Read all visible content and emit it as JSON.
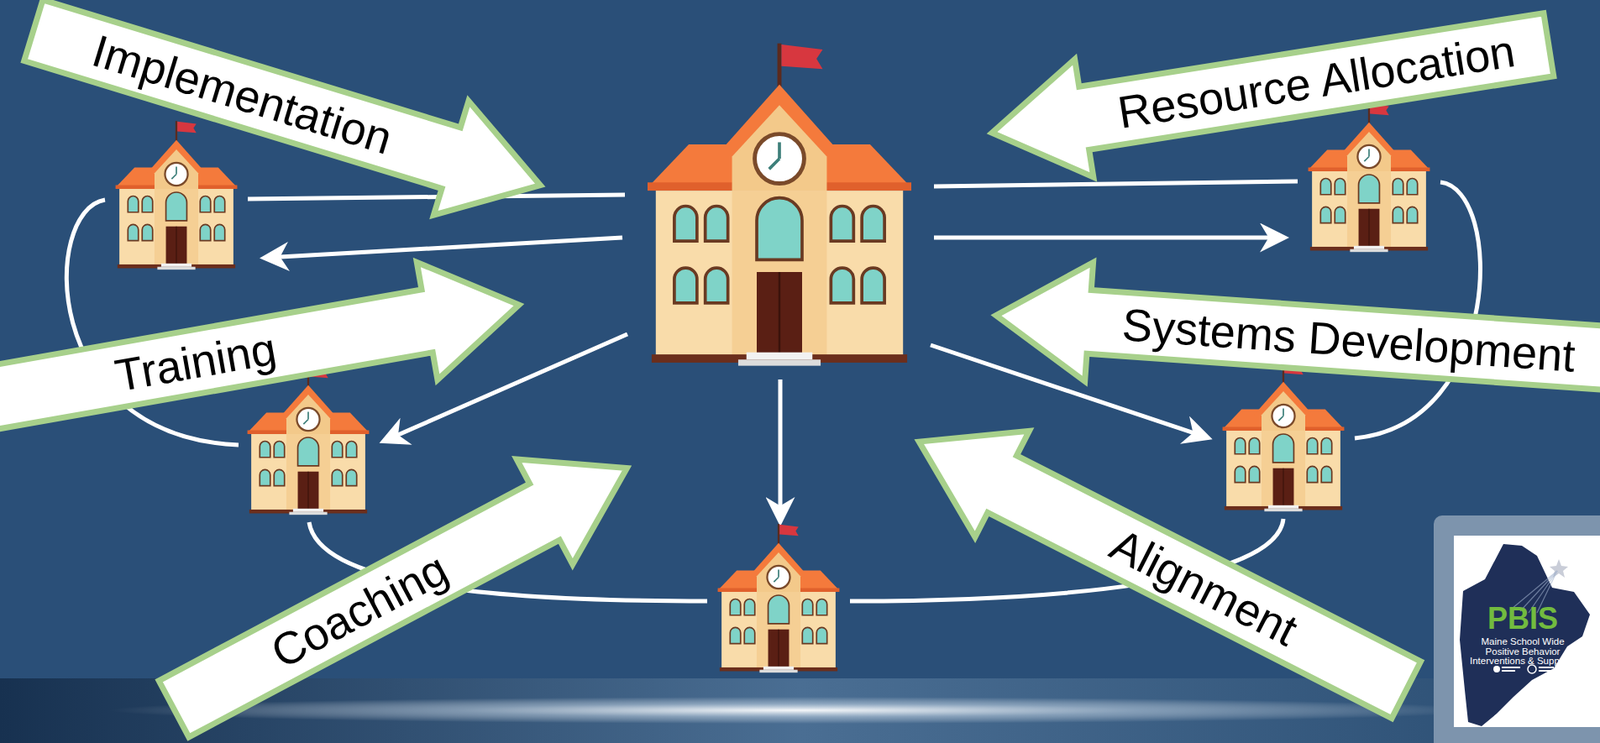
{
  "diagram": {
    "nodes": [
      {
        "text": [
          "Implementation"
        ]
      },
      {
        "text": [
          "Resource Allocation"
        ]
      },
      {
        "text": [
          "Training"
        ]
      },
      {
        "text": [
          "Systems Development"
        ]
      },
      {
        "text": [
          "Coaching"
        ]
      },
      {
        "text": [
          "Alignment"
        ]
      },
      {
        "text": [
          "PBIS",
          "Maine School Wide Positive Behavior Interventions & Supports"
        ]
      }
    ]
  }
}
